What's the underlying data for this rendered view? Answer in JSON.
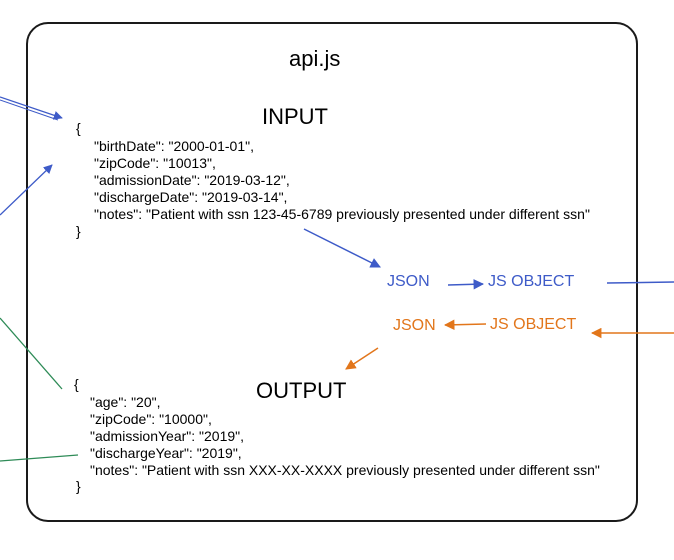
{
  "colors": {
    "blue": "#3e5bc8",
    "orange": "#e2761b",
    "green": "#2e8b57",
    "frame": "#1a1a1a"
  },
  "file_title": "api.js",
  "input": {
    "heading": "INPUT",
    "open_brace": "{",
    "lines": [
      "\"birthDate\": \"2000-01-01\",",
      "\"zipCode\": \"10013\",",
      "\"admissionDate\": \"2019-03-12\",",
      "\"dischargeDate\": \"2019-03-14\",",
      "\"notes\": \"Patient with ssn 123-45-6789 previously presented under different ssn\""
    ],
    "close_brace": "}"
  },
  "output": {
    "heading": "OUTPUT",
    "open_brace": "{",
    "lines": [
      "\"age\": \"20\",",
      "\"zipCode\": \"10000\",",
      "\"admissionYear\": \"2019\",",
      "\"dischargeYear\": \"2019\",",
      "\"notes\": \"Patient with ssn XXX-XX-XXXX previously presented under different ssn\""
    ],
    "close_brace": "}"
  },
  "flow": {
    "incoming_json": "JSON",
    "incoming_object": "JS OBJECT",
    "outgoing_json": "JSON",
    "outgoing_object": "JS OBJECT"
  }
}
